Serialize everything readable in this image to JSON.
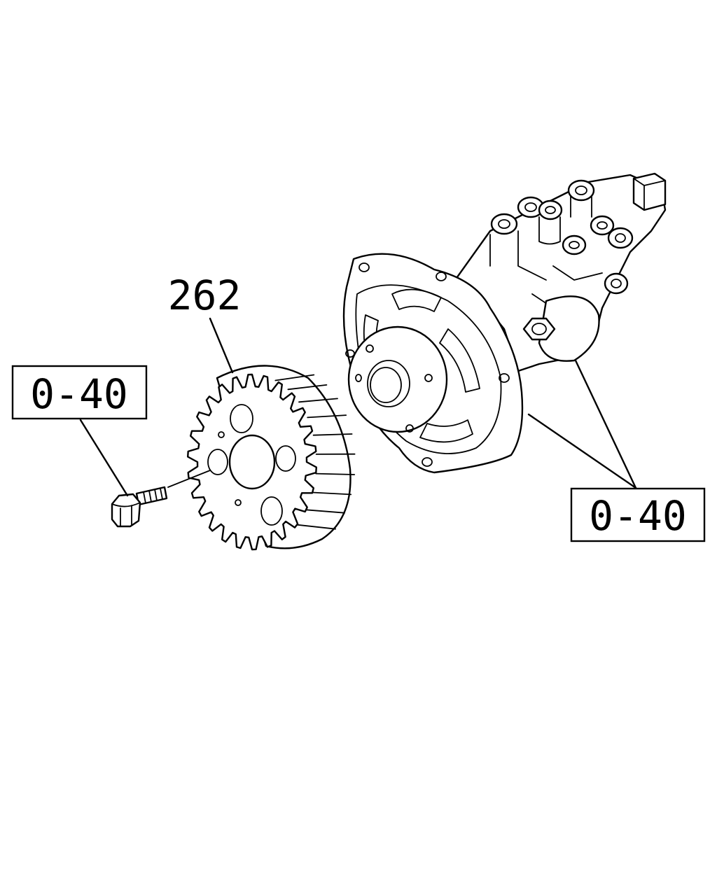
{
  "labels": {
    "part_number": "262",
    "ref_left": "0-40",
    "ref_right": "0-40"
  },
  "colors": {
    "line": "#000000",
    "background": "#ffffff"
  }
}
